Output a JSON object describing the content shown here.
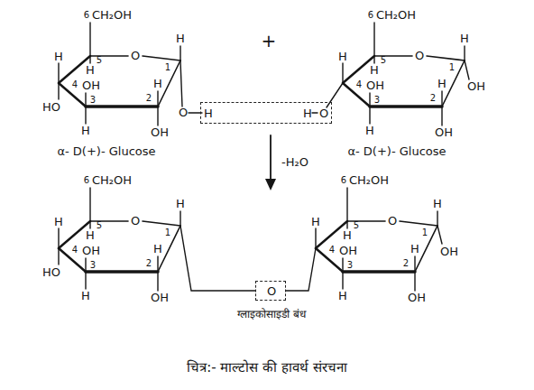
{
  "diagram": {
    "caption": "चित्र:- माल्टोस की हावर्थ संरचना",
    "nodes": [
      {
        "text": [
          "H",
          "H",
          "O"
        ]
      },
      {
        "text": [
          "O",
          "ग्लाइकोसाइडी बंध"
        ]
      }
    ],
    "labels": [
      "6",
      "CH₂OH",
      "H",
      "5",
      "O",
      "H",
      "HO",
      "4",
      "OH",
      "3",
      "H",
      "H",
      "2",
      "OH",
      "H",
      "1",
      "O",
      "α- D(+)- Glucose",
      "+",
      "6",
      "CH₂OH",
      "H",
      "5",
      "O",
      "H",
      "4",
      "OH",
      "3",
      "H",
      "H",
      "2",
      "OH",
      "H",
      "1",
      "OH",
      "α- D(+)- Glucose",
      "-H₂O",
      "6",
      "CH₂OH",
      "H",
      "5",
      "O",
      "H",
      "HO",
      "4",
      "OH",
      "3",
      "H",
      "H",
      "2",
      "OH",
      "H",
      "1",
      "6",
      "CH₂OH",
      "H",
      "5",
      "O",
      "H",
      "4",
      "OH",
      "3",
      "H",
      "H",
      "2",
      "OH",
      "H",
      "1",
      "OH"
    ]
  }
}
